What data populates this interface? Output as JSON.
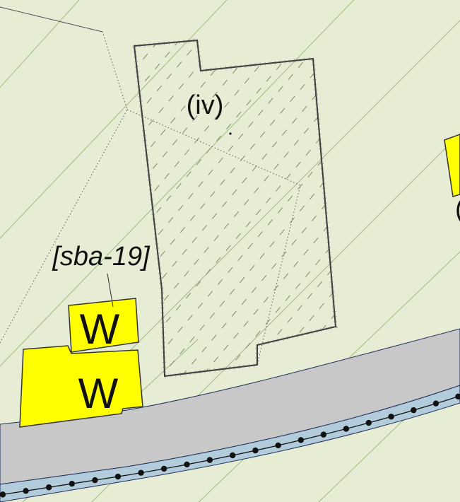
{
  "map": {
    "colors": {
      "background": "#e7ecd4",
      "building_fill": "#ffff00",
      "road_fill": "#c8c8c8",
      "water_fill": "#b3ccdc",
      "outline": "#333333",
      "diagonal_lines": "#9bbd80"
    },
    "labels": {
      "area_label": "(iv)",
      "building_ref": "[sba-19]",
      "building_upper_code": "W",
      "building_lower_code": "W",
      "edge_partial_label": "("
    },
    "legend_semantics": {
      "yellow": "building",
      "grey": "road",
      "blue": "water / ditch",
      "hatched": "special zone"
    }
  }
}
